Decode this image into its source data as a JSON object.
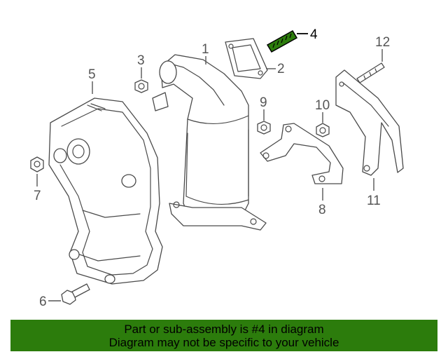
{
  "callouts": {
    "c1": "1",
    "c2": "2",
    "c3": "3",
    "c4": "4",
    "c5": "5",
    "c6": "6",
    "c7": "7",
    "c8": "8",
    "c9": "9",
    "c10": "10",
    "c11": "11",
    "c12": "12"
  },
  "highlight_color": "#2c7c0c",
  "banner": {
    "line1": "Part or sub-assembly is #4 in diagram",
    "line2": "Diagram may not be specific to your vehicle"
  }
}
